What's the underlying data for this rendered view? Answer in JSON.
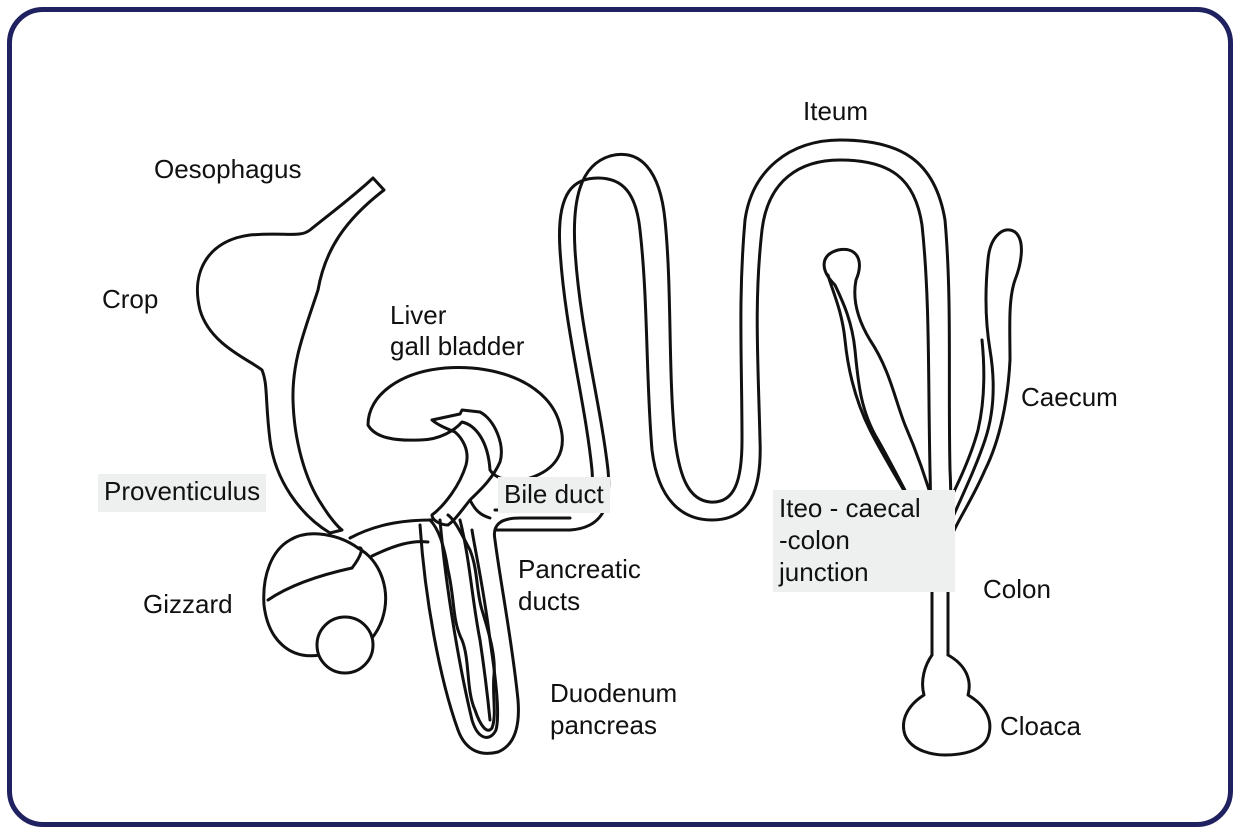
{
  "diagram": {
    "title": "",
    "labels": {
      "oesophagus": "Oesophagus",
      "crop": "Crop",
      "proventiculus": "Proventiculus",
      "gizzard": "Gizzard",
      "liver_line1": "Liver",
      "liver_line2": "gall bladder",
      "bile_duct": "Bile duct",
      "pancreatic_line1": "Pancreatic",
      "pancreatic_line2": "ducts",
      "duodenum_line1": "Duodenum",
      "duodenum_line2": "pancreas",
      "iteum": "Iteum",
      "caecum": "Caecum",
      "junction_line1": "Iteo - caecal",
      "junction_line2": "-colon",
      "junction_line3": "junction",
      "colon": "Colon",
      "cloaca": "Cloaca"
    },
    "colors": {
      "frame": "#1f2160",
      "stroke": "#111111",
      "label_background": "#eef0ef"
    }
  }
}
